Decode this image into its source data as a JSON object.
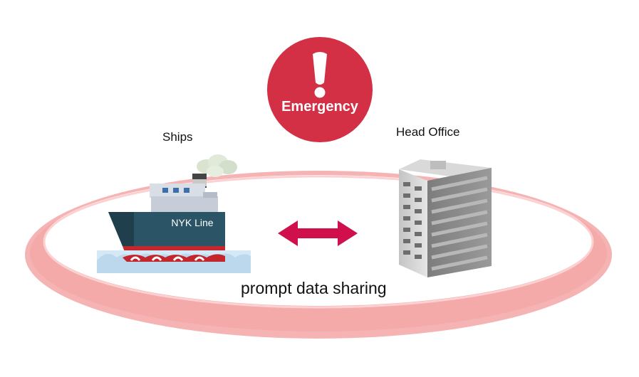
{
  "emergency": {
    "label": "Emergency",
    "color": "#d32f45",
    "icon": "exclamation-icon"
  },
  "ships": {
    "label": "Ships",
    "hull_text": "NYK Line",
    "icon": "ship-icon"
  },
  "head_office": {
    "label": "Head Office",
    "icon": "office-building-icon"
  },
  "connection": {
    "label": "prompt data sharing",
    "icon": "double-arrow-icon",
    "color": "#d0104c"
  },
  "colors": {
    "ring": "#f4a5a5",
    "hull": "#2b5566",
    "hull_red": "#c4262e",
    "wave": "#cfe4f2"
  }
}
